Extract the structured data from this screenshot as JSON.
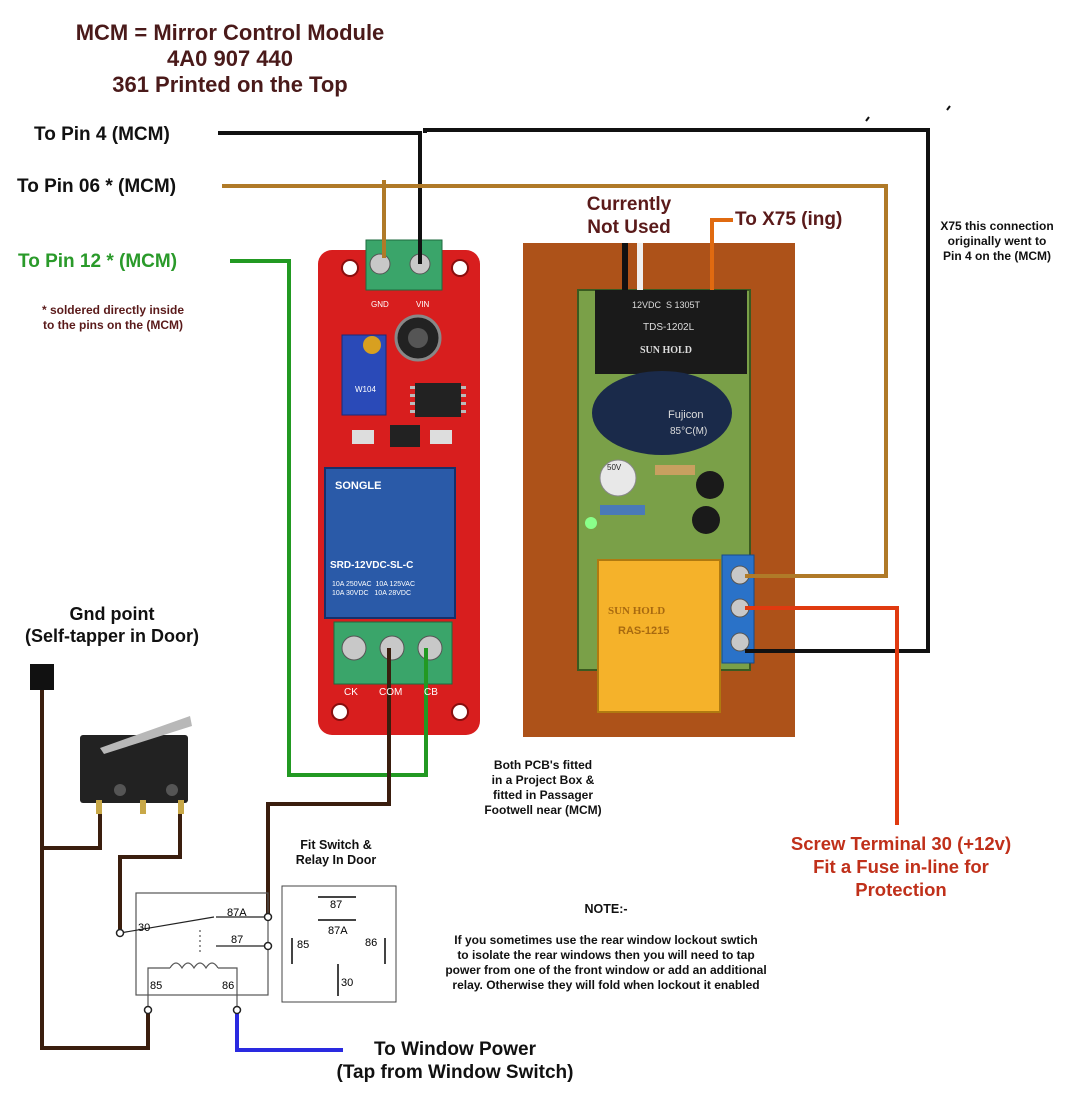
{
  "title": {
    "line1": "MCM = Mirror Control Module",
    "line2": "4A0 907 440",
    "line3": "361 Printed on the Top"
  },
  "pins": {
    "pin4": "To Pin 4 (MCM)",
    "pin06": "To Pin 06 * (MCM)",
    "pin12": "To Pin 12 * (MCM)",
    "soldered_note": "* soldered directly inside\nto the pins on the (MCM)"
  },
  "currently_not_used": "Currently\nNot Used",
  "to_x75": "To X75 (ing)",
  "x75_note": "X75 this connection\noriginally went to\nPin 4 on the (MCM)",
  "gnd_point": "Gnd point\n(Self-tapper in Door)",
  "pcb_note": "Both PCB's fitted\nin a Project Box &\nfitted in Passager\nFootwell near (MCM)",
  "fit_switch": "Fit Switch &\nRelay In Door",
  "screw_terminal": "Screw Terminal 30 (+12v)\nFit a Fuse in-line for\nProtection",
  "note_heading": "NOTE:-",
  "note_body": "If you sometimes use the rear window lockout swtich\nto isolate the rear windows then you will need to tap\npower from one of the front window or add an additional\nrelay. Otherwise they will fold when lockout it enabled",
  "window_power": "To Window Power\n(Tap from Window Switch)",
  "relay_pins": {
    "p30": "30",
    "p87a": "87A",
    "p87": "87",
    "p85": "85",
    "p86": "86"
  },
  "pinout_labels": {
    "p87": "87",
    "p87a": "87A",
    "p85": "85",
    "p86": "86",
    "p30": "30"
  },
  "left_pcb": {
    "gnd": "GND",
    "vin": "VIN",
    "ck": "CK",
    "com": "COM",
    "cb": "CB",
    "relay_brand": "SONGLE",
    "relay_model": "SRD-12VDC-SL-C",
    "relay_rating": "10A 250VAC  10A 125VAC\n10A 30VDC   10A 28VDC",
    "pot_text": "W104"
  },
  "right_pcb": {
    "relay1_brand": "SUN HOLD",
    "relay1_model": "TDS-1202L",
    "relay1_rating": "12VDC  S 1305T",
    "cap_brand": "Fujicon",
    "cap_temp": "85°C(M)",
    "relay2_brand": "SUN HOLD",
    "relay2_model": "RAS-1215",
    "small_cap": "50V"
  },
  "colors": {
    "wire_black": "#111111",
    "wire_brown": "#b07a28",
    "wire_green": "#229922",
    "wire_red": "#e03a10",
    "wire_dark": "#3a1e0e",
    "wire_blue": "#2a2ae0",
    "pcb_red": "#d81e1e",
    "terminal_green": "#3aa56a",
    "relay_blue": "#2a5aa8",
    "relay_orange": "#f5b22a"
  }
}
